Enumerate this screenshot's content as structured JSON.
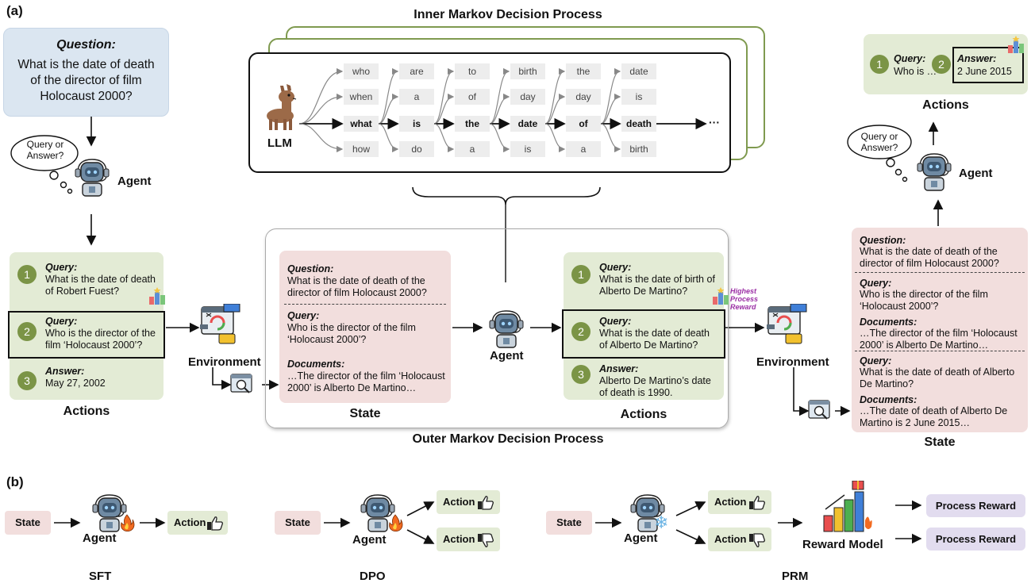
{
  "panel_a": "(a)",
  "panel_b": "(b)",
  "inner_title": "Inner Markov Decision Process",
  "outer_title": "Outer Markov Decision Process",
  "llm_label": "LLM",
  "ellipsis": "···",
  "token_rows": [
    [
      "who",
      "are",
      "to",
      "birth",
      "the",
      "date"
    ],
    [
      "when",
      "a",
      "of",
      "day",
      "day",
      "is"
    ],
    [
      "what",
      "is",
      "the",
      "date",
      "of",
      "death"
    ],
    [
      "how",
      "do",
      "a",
      "is",
      "a",
      "birth"
    ]
  ],
  "left": {
    "question_label": "Question:",
    "question_text": "What is the date of death of the director of film Holocaust 2000?",
    "thought": "Query or Answer?",
    "agent": "Agent",
    "actions": [
      {
        "num": "1",
        "label": "Query:",
        "text": "What is the date of death of Robert Fuest?"
      },
      {
        "num": "2",
        "label": "Query:",
        "text": "Who is the director of the film ‘Holocaust 2000’?"
      },
      {
        "num": "3",
        "label": "Answer:",
        "text": "May 27, 2002"
      }
    ],
    "actions_caption": "Actions",
    "environment": "Environment"
  },
  "middle": {
    "state": [
      {
        "label": "Question:",
        "text": "What is the date of death of the director of film Holocaust 2000?"
      },
      {
        "label": "Query:",
        "text": "Who is the director of the film ‘Holocaust 2000’?"
      },
      {
        "label": "Documents:",
        "text": "…The director of the film ‘Holocaust 2000’ is Alberto De Martino…"
      }
    ],
    "state_caption": "State",
    "agent": "Agent",
    "actions": [
      {
        "num": "1",
        "label": "Query:",
        "text": "What is the date of birth of Alberto De Martino?"
      },
      {
        "num": "2",
        "label": "Query:",
        "text": "What is the date of death of Alberto De Martino?"
      },
      {
        "num": "3",
        "label": "Answer:",
        "text": "Alberto De Martino’s date of death is 1990."
      }
    ],
    "actions_caption": "Actions",
    "highest_reward": "Highest Process Reward"
  },
  "right": {
    "actions": [
      {
        "num": "1",
        "label": "Query:",
        "text": "Who is …"
      },
      {
        "num": "2",
        "label": "Answer:",
        "text": "2 June 2015"
      }
    ],
    "actions_caption": "Actions",
    "thought": "Query or Answer?",
    "agent": "Agent",
    "environment": "Environment",
    "state": [
      {
        "label": "Question:",
        "text": "What is the date of death of the director of film Holocaust 2000?"
      },
      {
        "label": "Query:",
        "text": "Who is the director of the film ‘Holocaust 2000’?"
      },
      {
        "label": "Documents:",
        "text": "…The director of the film ‘Holocaust 2000’ is Alberto De Martino…"
      },
      {
        "label": "Query:",
        "text": "What is the date of death of Alberto De Martino?"
      },
      {
        "label": "Documents:",
        "text": "…The date of death of Alberto De Martino is 2 June 2015…"
      }
    ],
    "state_caption": "State"
  },
  "bottom": {
    "state": "State",
    "agent": "Agent",
    "action": "Action",
    "reward_model": "Reward Model",
    "process_reward": "Process Reward",
    "sft": "SFT",
    "dpo": "DPO",
    "prm": "PRM"
  },
  "colors": {
    "green": "#e3ebd5",
    "pink": "#f2dedd",
    "blue": "#dbe6f1",
    "lilac": "#e2dcef",
    "number": "#7b9446",
    "frame": "#7f9a4f"
  }
}
